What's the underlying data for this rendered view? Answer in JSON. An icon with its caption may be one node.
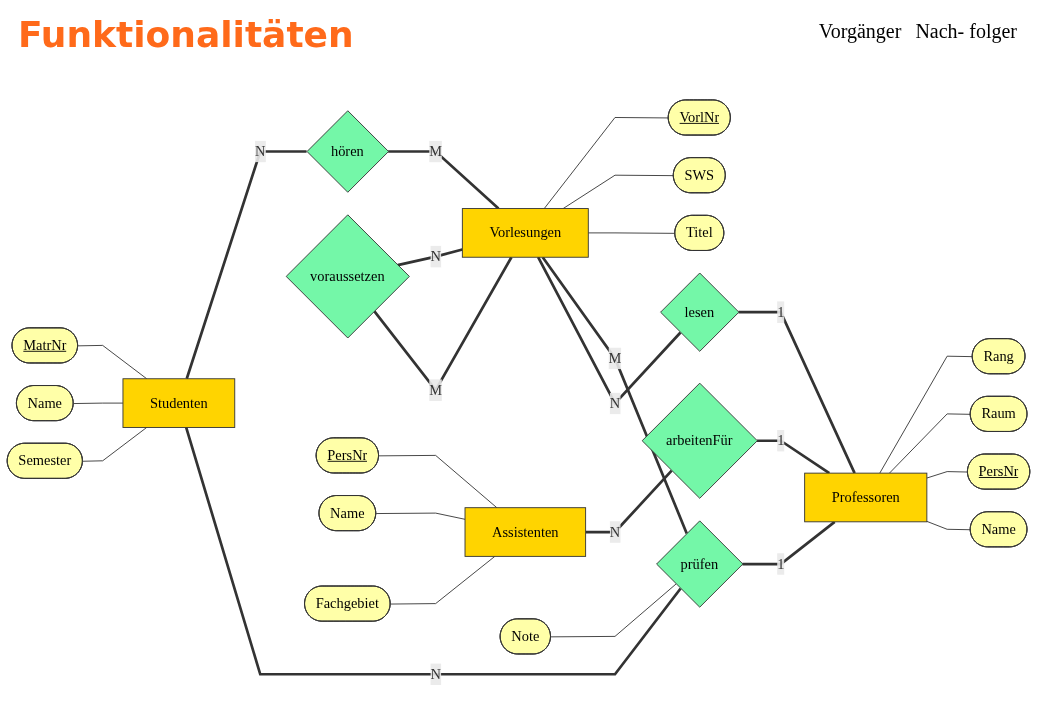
{
  "diagram": {
    "title": "Funktionalitäten",
    "nodes": [
      {
        "text": [
          "Studenten"
        ]
      },
      {
        "text": [
          "Vorlesungen"
        ]
      },
      {
        "text": [
          "Professoren"
        ]
      },
      {
        "text": [
          "Assistenten"
        ]
      },
      {
        "text": [
          "hören"
        ]
      },
      {
        "text": [
          "voraussetzen"
        ]
      },
      {
        "text": [
          "prüfen"
        ]
      },
      {
        "text": [
          "lesen"
        ]
      },
      {
        "text": [
          "arbeitenFür"
        ]
      },
      {
        "text": [
          "MatrNr"
        ]
      },
      {
        "text": [
          "Name"
        ]
      },
      {
        "text": [
          "Semester"
        ]
      },
      {
        "text": [
          "VorlNr"
        ]
      },
      {
        "text": [
          "SWS"
        ]
      },
      {
        "text": [
          "Titel"
        ]
      },
      {
        "text": [
          "Note"
        ]
      },
      {
        "text": [
          "PersNr"
        ]
      },
      {
        "text": [
          "Name"
        ]
      },
      {
        "text": [
          "Fachgebiet"
        ]
      },
      {
        "text": [
          "Rang"
        ]
      },
      {
        "text": [
          "Raum"
        ]
      },
      {
        "text": [
          "PersNr"
        ]
      },
      {
        "text": [
          "Name"
        ]
      }
    ],
    "edges": [
      {
        "from": 9,
        "to": 0,
        "arrow": "none"
      },
      {
        "from": 10,
        "to": 0,
        "arrow": "none"
      },
      {
        "from": 11,
        "to": 0,
        "arrow": "none"
      },
      {
        "from": 0,
        "to": 4,
        "arrow": "none",
        "label": "N",
        "style": "thick"
      },
      {
        "from": 4,
        "to": 1,
        "arrow": "none",
        "label": "M",
        "style": "thick"
      },
      {
        "from": 5,
        "to": 1,
        "arrow": "none",
        "label": "N",
        "style": "thick"
      },
      {
        "from": 5,
        "to": 1,
        "arrow": "none",
        "label": "M",
        "style": "thick"
      },
      {
        "from": 1,
        "to": 12,
        "arrow": "none"
      },
      {
        "from": 1,
        "to": 13,
        "arrow": "none"
      },
      {
        "from": 1,
        "to": 14,
        "arrow": "none"
      },
      {
        "from": 0,
        "to": 6,
        "arrow": "none",
        "label": "N",
        "style": "thick"
      },
      {
        "from": 1,
        "to": 6,
        "arrow": "none",
        "label": "M",
        "style": "thick"
      },
      {
        "from": 1,
        "to": 7,
        "arrow": "none",
        "label": "N",
        "style": "thick"
      },
      {
        "from": 15,
        "to": 6,
        "arrow": "none"
      },
      {
        "from": 6,
        "to": 2,
        "arrow": "none",
        "label": "1",
        "style": "thick"
      },
      {
        "from": 7,
        "to": 2,
        "arrow": "none",
        "label": "1",
        "style": "thick"
      },
      {
        "from": 16,
        "to": 3,
        "arrow": "none"
      },
      {
        "from": 17,
        "to": 3,
        "arrow": "none"
      },
      {
        "from": 18,
        "to": 3,
        "arrow": "none"
      },
      {
        "from": 3,
        "to": 8,
        "arrow": "none",
        "label": "N",
        "style": "thick"
      },
      {
        "from": 8,
        "to": 2,
        "arrow": "none",
        "label": "1",
        "style": "thick"
      },
      {
        "from": 2,
        "to": 19,
        "arrow": "none"
      },
      {
        "from": 2,
        "to": 20,
        "arrow": "none"
      },
      {
        "from": 2,
        "to": 21,
        "arrow": "none"
      },
      {
        "from": 2,
        "to": 22,
        "arrow": "none"
      }
    ],
    "labels": [
      "Vorgänger",
      "Nach- folger"
    ]
  }
}
